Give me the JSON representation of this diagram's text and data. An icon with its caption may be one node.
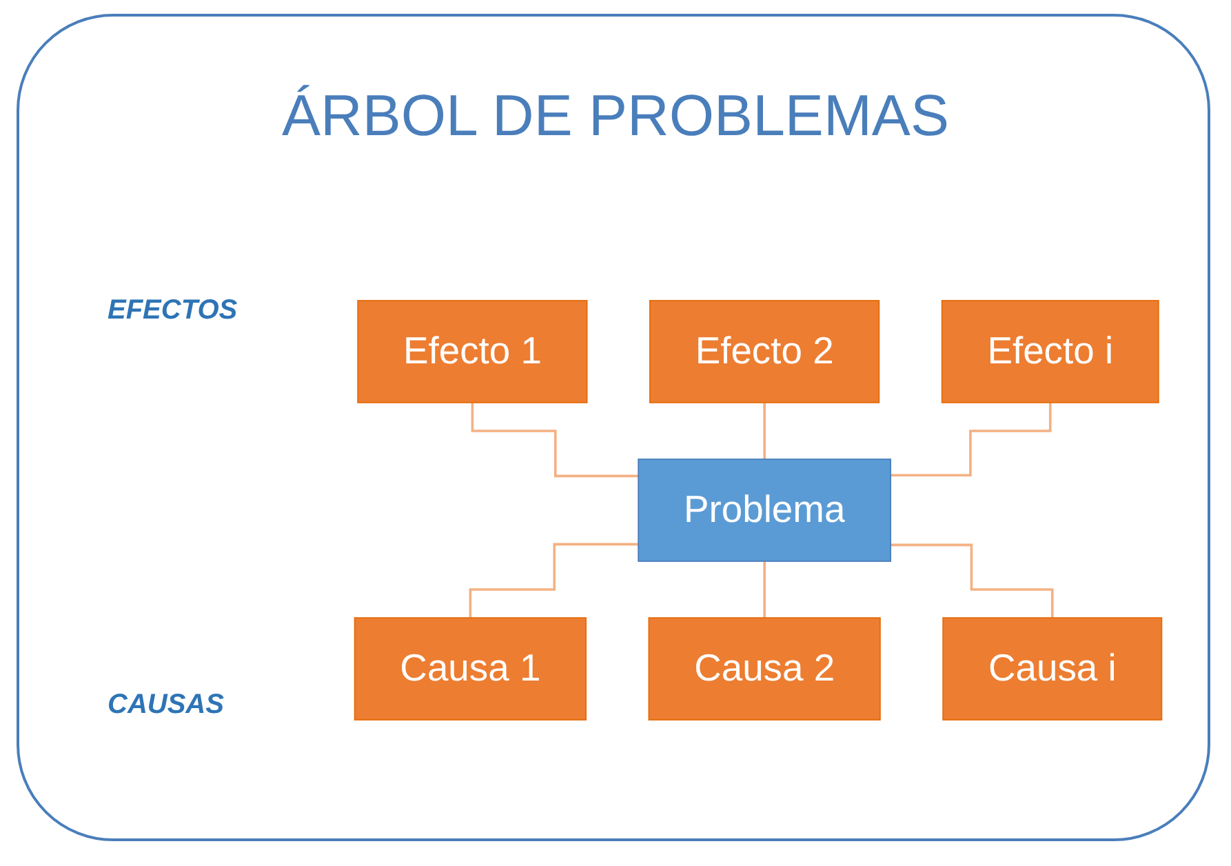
{
  "diagram": {
    "title": "ÁRBOL DE PROBLEMAS",
    "nodes": [
      {
        "text": [
          "Efecto 1"
        ]
      },
      {
        "text": [
          "Efecto 2"
        ]
      },
      {
        "text": [
          "Efecto i"
        ]
      },
      {
        "text": [
          "Problema"
        ]
      },
      {
        "text": [
          "Causa 1"
        ]
      },
      {
        "text": [
          "Causa 2"
        ]
      },
      {
        "text": [
          "Causa i"
        ]
      }
    ],
    "edges": [
      {
        "from": 0,
        "to": 3,
        "arrow": "none"
      },
      {
        "from": 1,
        "to": 3,
        "arrow": "none"
      },
      {
        "from": 2,
        "to": 3,
        "arrow": "none"
      },
      {
        "from": 3,
        "to": 4,
        "arrow": "none"
      },
      {
        "from": 3,
        "to": 5,
        "arrow": "none"
      },
      {
        "from": 3,
        "to": 6,
        "arrow": "none"
      }
    ],
    "labels": [
      "EFECTOS",
      "CAUSAS"
    ]
  }
}
